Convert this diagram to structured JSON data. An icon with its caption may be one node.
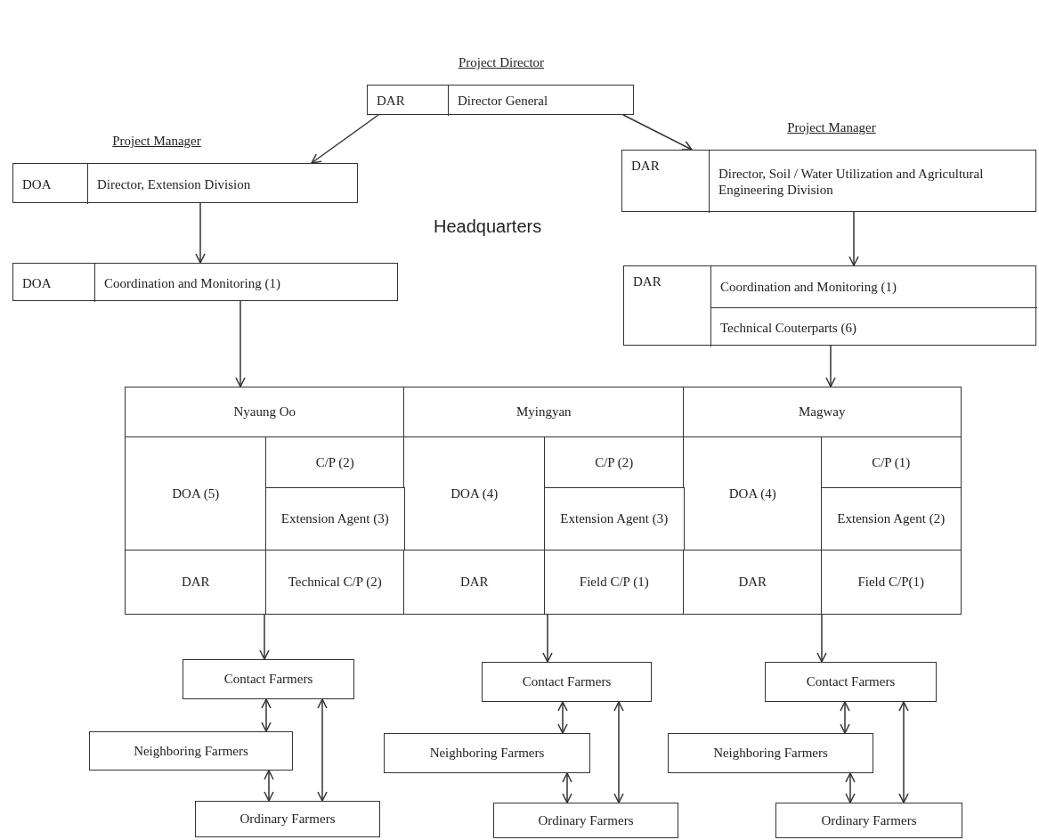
{
  "diagram": {
    "nodes": [
      {
        "text": [
          "Project Director",
          "DAR",
          "Director General"
        ]
      },
      {
        "text": [
          "Project Manager",
          "DOA",
          "Director, Extension Division"
        ]
      },
      {
        "text": [
          "Project Manager",
          "DAR",
          "Director, Soil / Water Utilization and Agricultural Engineering Division"
        ]
      },
      {
        "text": [
          "DOA",
          "Coordination and Monitoring (1)"
        ]
      },
      {
        "text": [
          "DAR",
          "Coordination and Monitoring (1)",
          "Technical Couterparts (6)"
        ]
      },
      {
        "text": [],
        "shape": "box"
      },
      {
        "text": [
          "Nyaung Oo"
        ],
        "in": 5
      },
      {
        "text": [
          "Myingyan"
        ],
        "in": 5
      },
      {
        "text": [
          "Magway"
        ],
        "in": 5
      },
      {
        "text": [
          "DOA (5)"
        ],
        "in": 5
      },
      {
        "text": [
          "C/P (2)"
        ],
        "in": 5
      },
      {
        "text": [
          "DOA (4)"
        ],
        "in": 5
      },
      {
        "text": [
          "C/P (2)"
        ],
        "in": 5
      },
      {
        "text": [
          "DOA (4)"
        ],
        "in": 5
      },
      {
        "text": [
          "C/P (1)"
        ],
        "in": 5
      },
      {
        "text": [
          "Extension Agent (3)"
        ],
        "in": 5
      },
      {
        "text": [
          "Extension Agent (3)"
        ],
        "in": 5
      },
      {
        "text": [
          "Extension Agent (2)"
        ],
        "in": 5
      },
      {
        "text": [
          "DAR"
        ],
        "in": 5
      },
      {
        "text": [
          "Technical C/P (2)"
        ],
        "in": 5
      },
      {
        "text": [
          "DAR"
        ],
        "in": 5
      },
      {
        "text": [
          "Field C/P (1)"
        ],
        "in": 5
      },
      {
        "text": [
          "DAR"
        ],
        "in": 5
      },
      {
        "text": [
          "Field C/P(1)"
        ],
        "in": 5
      },
      {
        "text": [
          "Contact Farmers"
        ]
      },
      {
        "text": [
          "Neighboring Farmers"
        ]
      },
      {
        "text": [
          "Ordinary Farmers"
        ]
      },
      {
        "text": [
          "Contact Farmers"
        ]
      },
      {
        "text": [
          "Neighboring Farmers"
        ]
      },
      {
        "text": [
          "Ordinary Farmers"
        ]
      },
      {
        "text": [
          "Contact Farmers"
        ]
      },
      {
        "text": [
          "Neighboring Farmers"
        ]
      },
      {
        "text": [
          "Ordinary Farmers"
        ]
      }
    ],
    "edges": [
      {
        "from": 0,
        "to": 1,
        "arrow": "to"
      },
      {
        "from": 0,
        "to": 2,
        "arrow": "to"
      },
      {
        "from": 1,
        "to": 3,
        "arrow": "to"
      },
      {
        "from": 2,
        "to": 4,
        "arrow": "to"
      },
      {
        "from": 3,
        "to": 5,
        "arrow": "to"
      },
      {
        "from": 4,
        "to": 5,
        "arrow": "to"
      },
      {
        "from": 5,
        "to": 24,
        "arrow": "to"
      },
      {
        "from": 5,
        "to": 27,
        "arrow": "to"
      },
      {
        "from": 5,
        "to": 30,
        "arrow": "to"
      },
      {
        "from": 24,
        "to": 25,
        "arrow": "both"
      },
      {
        "from": 25,
        "to": 26,
        "arrow": "both"
      },
      {
        "from": 24,
        "to": 26,
        "arrow": "both"
      },
      {
        "from": 27,
        "to": 28,
        "arrow": "both"
      },
      {
        "from": 28,
        "to": 29,
        "arrow": "both"
      },
      {
        "from": 27,
        "to": 29,
        "arrow": "both"
      },
      {
        "from": 30,
        "to": 31,
        "arrow": "both"
      },
      {
        "from": 31,
        "to": 32,
        "arrow": "both"
      },
      {
        "from": 30,
        "to": 32,
        "arrow": "both"
      }
    ],
    "labels": [
      "Headquarters"
    ]
  }
}
